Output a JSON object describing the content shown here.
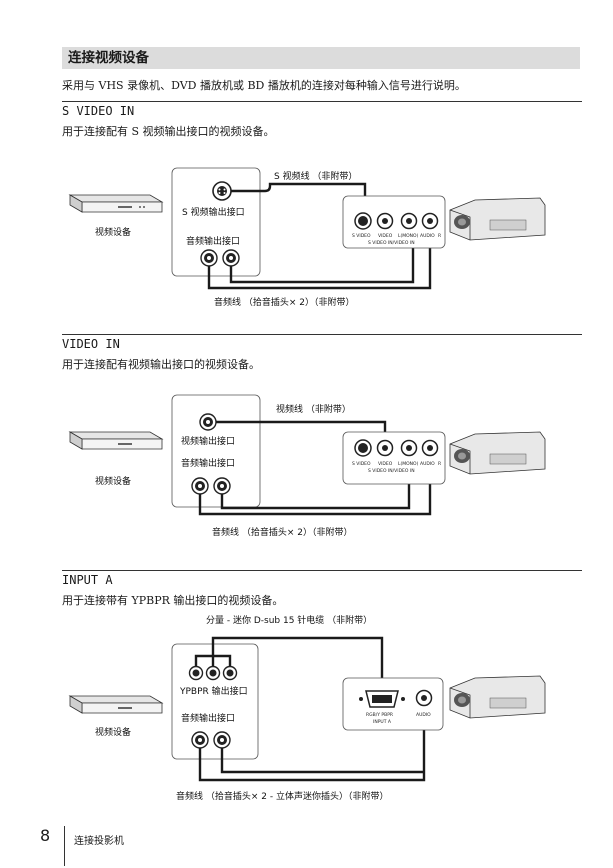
{
  "header": {
    "title": "连接视频设备",
    "intro": "采用与 VHS 录像机、DVD 播放机或 BD 播放机的连接对每种输入信号进行说明。"
  },
  "sections": [
    {
      "heading": "S VIDEO IN",
      "desc": "用于连接配有 S 视频输出接口的视频设备。",
      "device_label": "视频设备",
      "port_label_1": "S 视频输出接口",
      "port_label_2": "音频输出接口",
      "cable_top": "S 视频线 （非附带）",
      "cable_bottom": "音频线 （拾音插头× 2）（非附带）",
      "panel_caption": "S VIDEO IN/VIDEO IN"
    },
    {
      "heading": "VIDEO IN",
      "desc": "用于连接配有视频输出接口的视频设备。",
      "device_label": "视频设备",
      "port_label_1": "视频输出接口",
      "port_label_2": "音频输出接口",
      "cable_top": "视频线 （非附带）",
      "cable_bottom": "音频线 （拾音插头× 2）（非附带）",
      "panel_caption": "S VIDEO IN/VIDEO IN"
    },
    {
      "heading": "INPUT A",
      "desc": "用于连接带有 YPBPR 输出接口的视频设备。",
      "device_label": "视频设备",
      "port_label_1": "YPBPR 输出接口",
      "port_label_2": "音频输出接口",
      "cable_top": "分量 - 迷你 D-sub 15 针电缆 （非附带）",
      "cable_bottom": "音频线 （拾音插头× 2 - 立体声迷你插头）（非附带）",
      "panel_caption": "INPUT A",
      "panel_sub": "RGB/Y PBPR"
    }
  ],
  "panel_small_labels": [
    "S VIDEO",
    "VIDEO",
    "L(MONO)",
    "AUDIO",
    "R"
  ],
  "audio_label": "AUDIO",
  "footer": {
    "page_number": "8",
    "text": "连接投影机"
  }
}
